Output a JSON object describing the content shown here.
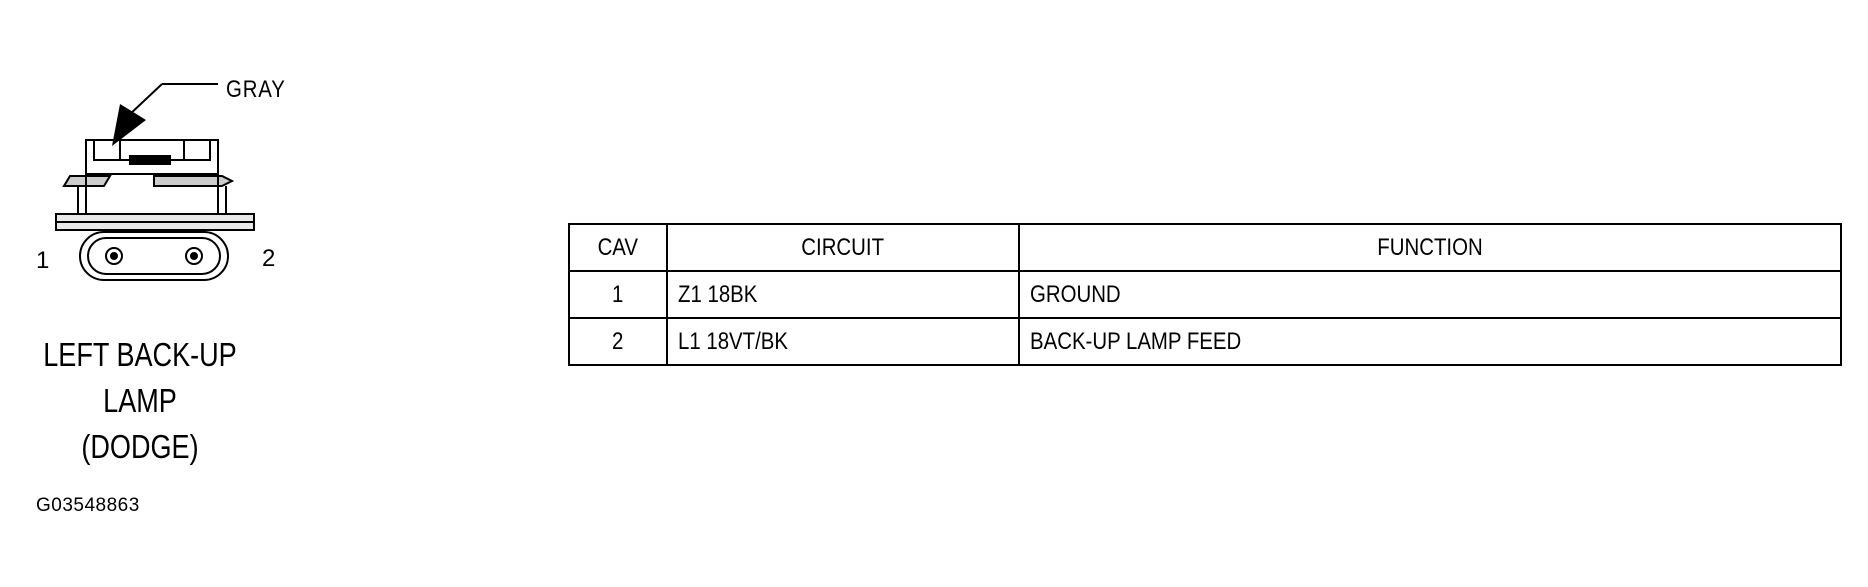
{
  "connector": {
    "color_callout": "GRAY",
    "pin_left_label": "1",
    "pin_right_label": "2",
    "title_lines": [
      "LEFT BACK-UP",
      "LAMP",
      "(DODGE)"
    ]
  },
  "figure_id": "G03548863",
  "pinout_table": {
    "headers": {
      "cav": "CAV",
      "circuit": "CIRCUIT",
      "function": "FUNCTION"
    },
    "rows": [
      {
        "cav": "1",
        "circuit": "Z1 18BK",
        "function": "GROUND"
      },
      {
        "cav": "2",
        "circuit": "L1 18VT/BK",
        "function": "BACK-UP LAMP FEED"
      }
    ]
  }
}
